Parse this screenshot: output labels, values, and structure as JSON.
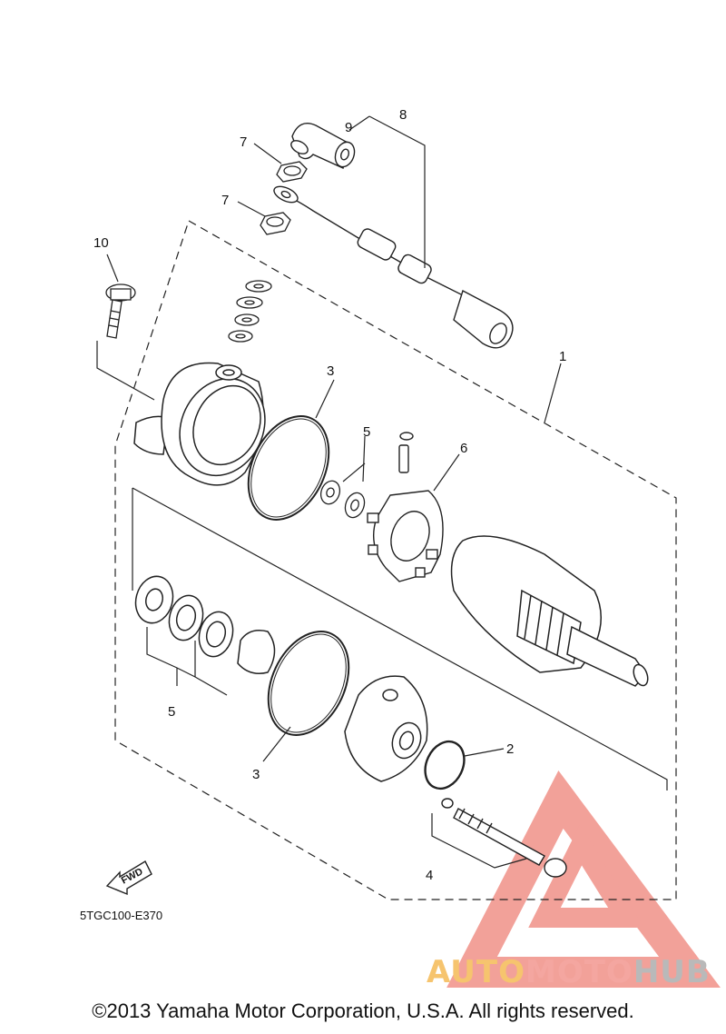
{
  "callouts": [
    {
      "id": "1",
      "label": "1"
    },
    {
      "id": "2",
      "label": "2"
    },
    {
      "id": "3a",
      "label": "3"
    },
    {
      "id": "3b",
      "label": "3"
    },
    {
      "id": "4",
      "label": "4"
    },
    {
      "id": "5a",
      "label": "5"
    },
    {
      "id": "5b",
      "label": "5"
    },
    {
      "id": "6",
      "label": "6"
    },
    {
      "id": "7a",
      "label": "7"
    },
    {
      "id": "7b",
      "label": "7"
    },
    {
      "id": "8",
      "label": "8"
    },
    {
      "id": "9",
      "label": "9"
    },
    {
      "id": "10",
      "label": "10"
    }
  ],
  "fwd_label": "FWD",
  "diagram_code": "5TGC100-E370",
  "copyright": "©2013 Yamaha Motor Corporation, U.S.A. All rights reserved.",
  "watermark": {
    "part1": "AUTO",
    "part2": "MOTO",
    "part3": "HUB",
    "colors": {
      "auto": "#f6c46e",
      "moto": "#f4a6a0",
      "hub": "#b9b9b9",
      "triangle": "#f08a80"
    }
  }
}
